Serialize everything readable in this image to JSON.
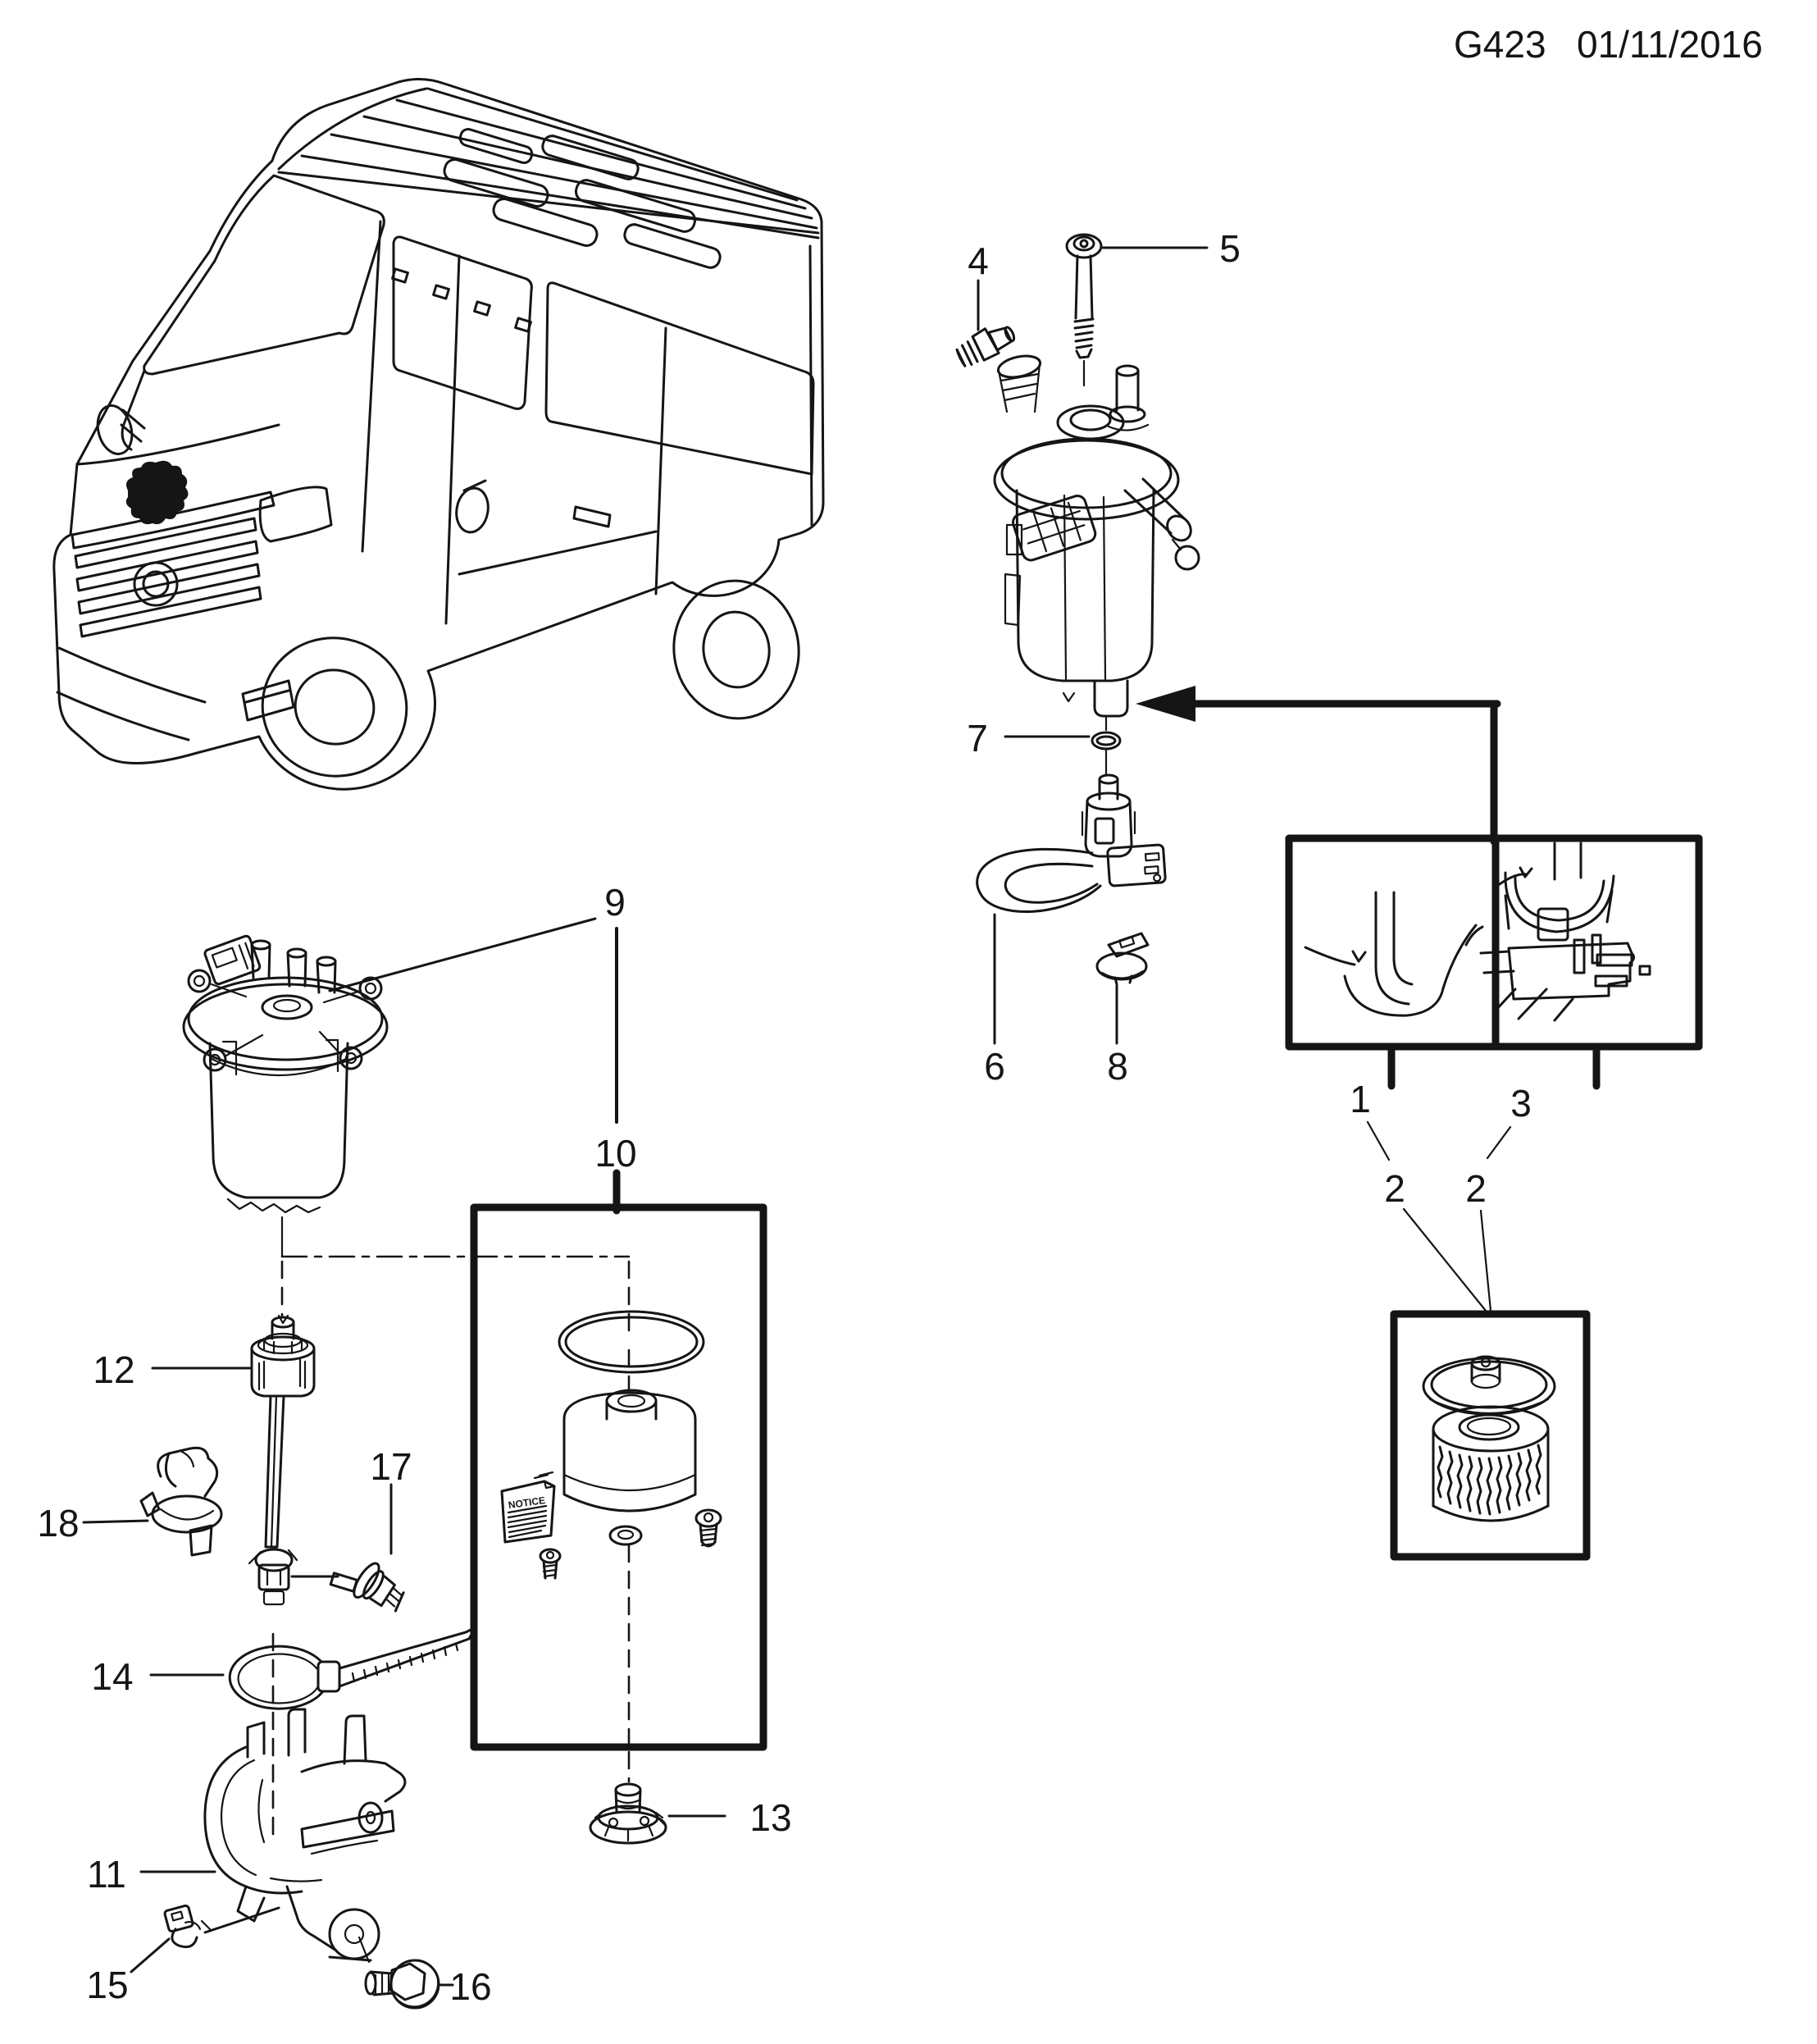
{
  "header": {
    "diagram_code": "G423",
    "date": "01/11/2016"
  },
  "part_labels": {
    "p1": "1",
    "p2a": "2",
    "p2b": "2",
    "p3": "3",
    "p4": "4",
    "p5": "5",
    "p6": "6",
    "p7": "7",
    "p8": "8",
    "p9": "9",
    "p10": "10",
    "p11": "11",
    "p12": "12",
    "p13": "13",
    "p14": "14",
    "p15": "15",
    "p16": "16",
    "p17": "17",
    "p18": "18"
  },
  "labels": {
    "notice": "NOTICE"
  },
  "colors": {
    "ink": "#151515",
    "background": "#ffffff"
  }
}
